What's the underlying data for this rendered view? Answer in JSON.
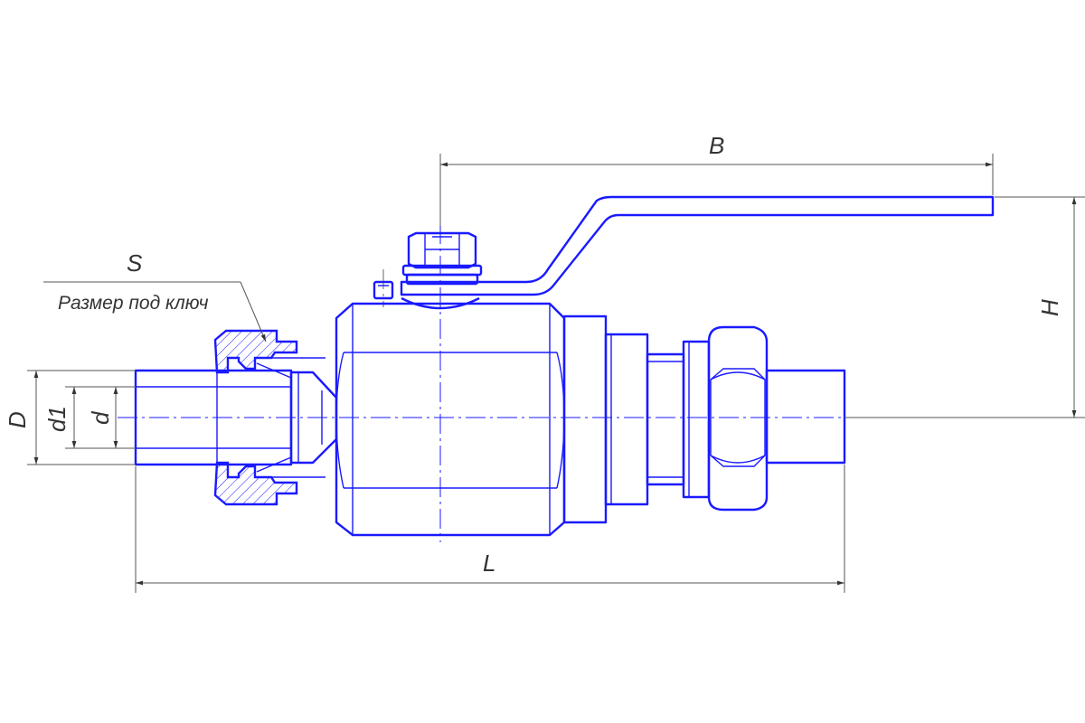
{
  "diagram": {
    "dimensions": {
      "B": "B",
      "H": "H",
      "L": "L",
      "D": "D",
      "d1": "d1",
      "d": "d"
    },
    "wrench_note": {
      "symbol": "S",
      "text": "Размер под ключ"
    },
    "colors": {
      "part_outline": "#1a1aff",
      "dimension_lines": "#555555",
      "background": "#ffffff"
    }
  }
}
